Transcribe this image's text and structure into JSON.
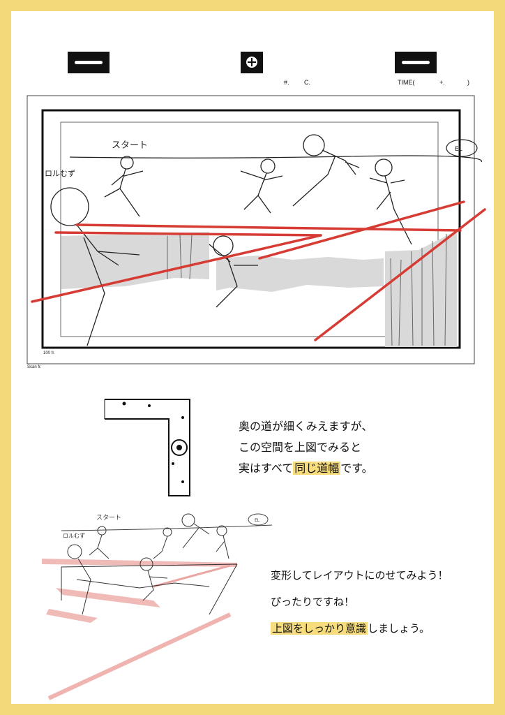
{
  "layout_sheet": {
    "cut_label": "#.",
    "c_label": "C.",
    "time_label": "TIME(",
    "time_plus": "+.",
    "time_close": ")",
    "frame_label": "100 fr.",
    "scan_label": "Scan fr."
  },
  "sketch": {
    "start_label": "スタート",
    "left_label": "ロルむず",
    "right_label": "EL"
  },
  "notes": {
    "block1_line1": "奥の道が細くみえますが、",
    "block1_line2": "この空間を上図でみると",
    "block1_line3_pre": "実はすべて",
    "block1_line3_hl": "同じ道幅",
    "block1_line3_post": "です。",
    "block2_line1": "変形してレイアウトにのせてみよう！",
    "block2_line2": "ぴったりですね！",
    "block2_line3_hl": "上図をしっかり意識",
    "block2_line3_post": "しましょう。"
  },
  "colors": {
    "border": "#f4d97a",
    "highlight": "#f6dc7c",
    "red_guides": "#d63b34",
    "pink_road": "#efb3b0",
    "shadow": "#d9d9d9"
  }
}
